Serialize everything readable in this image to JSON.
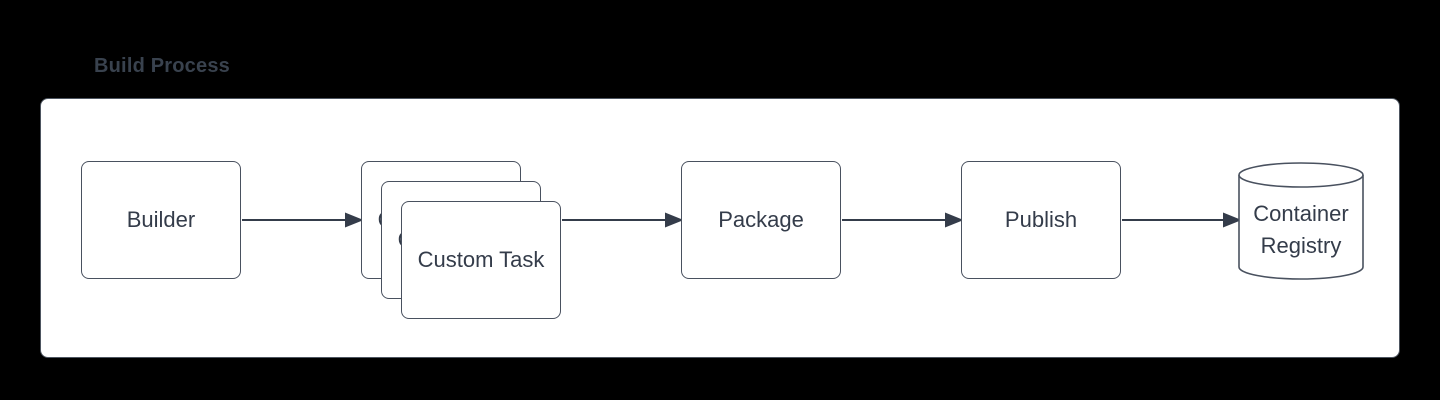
{
  "title": "Build Process",
  "colors": {
    "background": "#000000",
    "panel_fill": "#ffffff",
    "panel_border": "#4d5560",
    "node_border": "#49515f",
    "node_fill": "#ffffff",
    "text": "#343c4a",
    "title_text": "#39424e",
    "arrow": "#343c4a"
  },
  "diagram": {
    "nodes": [
      {
        "id": "builder",
        "label": "Builder",
        "shape": "rectangle"
      },
      {
        "id": "custom-task",
        "label": "Custom Task",
        "shape": "stacked-rectangles",
        "stack_count": 3
      },
      {
        "id": "package",
        "label": "Package",
        "shape": "rectangle"
      },
      {
        "id": "publish",
        "label": "Publish",
        "shape": "rectangle"
      },
      {
        "id": "container-registry",
        "label": "Container Registry",
        "shape": "cylinder"
      }
    ],
    "edges": [
      {
        "from": "builder",
        "to": "custom-task",
        "style": "arrow"
      },
      {
        "from": "custom-task",
        "to": "package",
        "style": "arrow"
      },
      {
        "from": "package",
        "to": "publish",
        "style": "arrow"
      },
      {
        "from": "publish",
        "to": "container-registry",
        "style": "arrow"
      }
    ]
  }
}
